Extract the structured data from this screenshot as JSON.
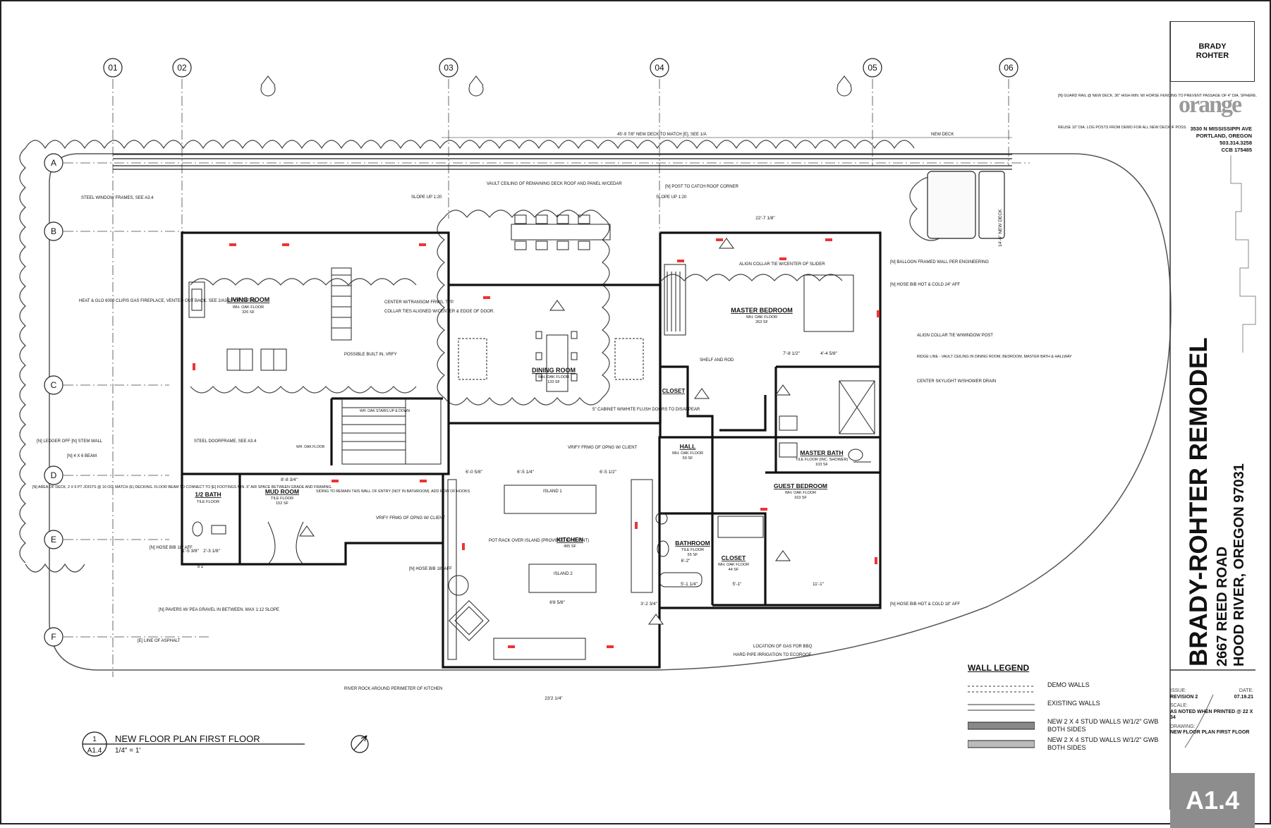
{
  "grid": {
    "cols": [
      "01",
      "02",
      "03",
      "04",
      "05",
      "06"
    ],
    "rows": [
      "A",
      "B",
      "C",
      "D",
      "E",
      "F"
    ]
  },
  "rooms": [
    {
      "name": "LIVING ROOM",
      "floor": "WH. OAK FLOOR",
      "area": "326 SF"
    },
    {
      "name": "DINING ROOM",
      "floor": "WH. OAK FLOOR",
      "area": "133 SF"
    },
    {
      "name": "MASTER BEDROOM",
      "floor": "WH. OAK FLOOR",
      "area": "263 SF"
    },
    {
      "name": "CLOSET",
      "floor": "",
      "area": ""
    },
    {
      "name": "HALL",
      "floor": "WH. OAK FLOOR",
      "area": "59 SF"
    },
    {
      "name": "MASTER BATH",
      "floor": "TILE FLOOR (INC. SHOWER)",
      "area": "103 SF"
    },
    {
      "name": "GUEST BEDROOM",
      "floor": "WH. OAK FLOOR",
      "area": "163 SF"
    },
    {
      "name": "1/2 BATH",
      "floor": "TILE FLOOR",
      "area": ""
    },
    {
      "name": "MUD ROOM",
      "floor": "TILE FLOOR",
      "area": "152 SF"
    },
    {
      "name": "KITCHEN",
      "floor": "",
      "area": "495 SF"
    },
    {
      "name": "BATHROOM",
      "floor": "TILE FLOOR",
      "area": "55 SF"
    },
    {
      "name": "CLOSET",
      "floor": "WH. OAK FLOOR",
      "area": "44 SF"
    }
  ],
  "notes": {
    "steel_frames": "STEEL WINDOW FRAMES, SEE A3.4",
    "fireplace": "HEAT & GLO 6000 CLIPIS GAS FIREPLACE, VENTED OUT BACK. SEE 2/A3.0 FOR DETAIL.",
    "ledger": "[N] LEDGER OFF [N] STEM WALL",
    "beam": "[N] 4 X 6 BEAM",
    "deck_area": "[N] AREA OF DECK, 2 X 6 PT JOISTS @ 16 OC. MATCH (E) DECKING. FLOOR BEAM TO CONNECT TO [E] FOOTINGS MIN. 6\" AIR SPACE BETWEEN GRADE AND FRAMING.",
    "hose_bib_1": "[N] HOSE BIB 18\" AFF",
    "hose_bib_2": "[N] HOSE BIB 18\" AFF",
    "pavers": "[N] PAVERS W/ PEA GRAVEL IN BETWEEN. MAX 1:12 SLOPE",
    "asphalt": "[E] LINE OF ASPHALT",
    "river_rock": "RIVER ROCK AROUND PERIMETER OF KITCHEN",
    "gas_bbq": "LOCATION OF GAS FOR BBQ",
    "irrigation": "HARD PIPE IRRIGATION TO ECOROOF",
    "hose_bib_3": "[N] HOSE BIB HOT & COLD 18\" AFF",
    "hose_bib_4": "[N] HOSE BIB HOT & COLD 24\" AFF",
    "skylight": "CENTER SKYLIGHT W/SHOWER DRAIN",
    "ridge": "RIDGE LINE - VAULT CEILING IN DINING ROOM, BEDROOM, MASTER BATH & HALLWAY",
    "collar_window": "ALIGN COLLAR TIE W/WINDOW POST",
    "balloon": "[N] BALLOON FRAMED WALL PER ENGINEERING",
    "new_deck_14": "14'-6\" NEW DECK",
    "guard_rail": "[N] GUARD RAIL @ NEW DECK. 36\" HIGH MIN. W/ HORSE FENCING TO PREVENT PASSAGE OF 4\" DIA. SPHERE.",
    "log_posts": "REUSE 10\" DIA. LOG POSTS FROM DEMO FOR ALL NEW DECK IF POSS.",
    "new_deck": "NEW DECK",
    "deck_match": "45'-9 7/8\" NEW DECK TO MATCH [E], SEE 1/A",
    "post_roof": "[N] POST TO CATCH ROOF CORNER",
    "vault": "VAULT CEILING OF REMAINING DECK ROOF AND PANEL W/CEDAR",
    "slope_1": "SLOPE UP 1:20",
    "slope_2": "SLOPE UP 1:20",
    "align_collar": "ALIGN COLLAR TIE W/CENTER OF SLIDER",
    "shelf": "SHELF AND ROD",
    "transom": "CENTER W/TRANSOM FRMG, TYP.",
    "collar_ties": "COLLAR TIES ALIGNED W/CENTER & EDGE OF DOOR.",
    "builtin": "POSSIBLE BUILT IN, VRFY",
    "cabinet": "5\" CABINET W/WHITE FLUSH DOORS TO DISAPPEAR",
    "vrify_client_1": "VRIFY FRMG OF OPNG W/ CLIENT",
    "vrify_client_2": "VRIFY FRMG OF OPNG W/ CLIENT",
    "steel_door": "STEEL DOORFRAME, SEE A3.4",
    "siding": "SIDING TO REMAIN THIS WALL OF ENTRY (NOT IN BATHROOM). ADD ROW OF HOOKS",
    "pot_rack": "POT RACK OVER ISLAND (PROVIDED BY CLIENT)",
    "island1": "ISLAND 1",
    "island2": "ISLAND 2",
    "stairs_up": "WH. OAK STAIRS UP & DOWN",
    "oak_floor": "WH. OAK FLOOR"
  },
  "dims": {
    "d1": "22'-7 1/8\"",
    "d2": "8'-8 3/4\"",
    "d3": "6'-0 5/8\"",
    "d4": "6'-5 1/4\"",
    "d5": "6'-5 1/2\"",
    "d6": "6'8 5/8\"",
    "d7": "3'-2 3/4\"",
    "d8": "23'2 1/4\"",
    "d9": "14'-6\" NEW DECK",
    "d10": "5'-1 1/4\"",
    "d11": "6'-2\"",
    "d12": "11'-1\"",
    "d13": "5'-1\"",
    "d14": "7'-8 1/2\"",
    "d15": "4'-4 5/8\"",
    "d16": "1'-5 3/8\"",
    "d17": "2'-3 1/8\"",
    "d18": "5'1\""
  },
  "plan_title": {
    "number": "1",
    "sheet": "A1.4",
    "title": "NEW FLOOR PLAN FIRST FLOOR",
    "scale": "1/4\" = 1'"
  },
  "legend": {
    "title": "WALL LEGEND",
    "items": [
      {
        "label": "DEMO WALLS",
        "style": "demo"
      },
      {
        "label": "EXISTING WALLS",
        "style": "existing"
      },
      {
        "label": "NEW 2 X 4 STUD WALLS W/1/2\" GWB BOTH SIDES",
        "style": "new"
      },
      {
        "label": "NEW 2 X 4 STUD WALLS W/1/2\" GWB BOTH SIDES",
        "style": "new2"
      }
    ]
  },
  "title_block": {
    "client": "BRADY ROHTER",
    "firm_logo": "orange",
    "firm_address": [
      "3530 N MISSISSIPPI AVE",
      "PORTLAND, OREGON",
      "503.314.3258",
      "CCB 175485"
    ],
    "project": "BRADY-ROHTER REMODEL",
    "street": "2667 REED ROAD",
    "city": "HOOD RIVER, OREGON 97031",
    "issue_label": "ISSUE:",
    "issue": "REVISION 2",
    "date_label": "DATE:",
    "date": "07.19.21",
    "scale_label": "SCALE:",
    "scale": "AS NOTED WHEN PRINTED @ 22 X 34",
    "drawing_label": "DRAWING:",
    "drawing": "NEW FLOOR PLAN FIRST FLOOR",
    "sheet": "A1.4"
  }
}
